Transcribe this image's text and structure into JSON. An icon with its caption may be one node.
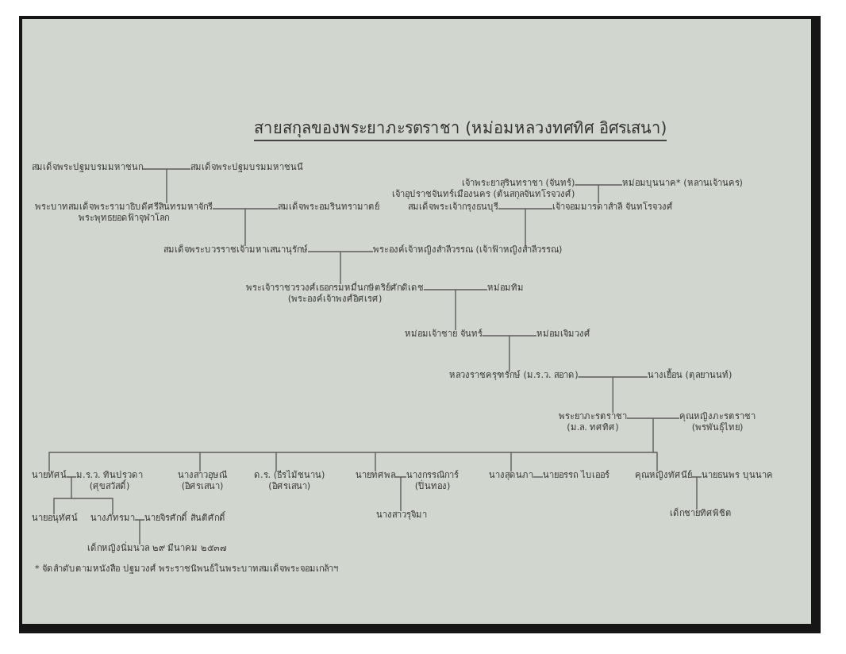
{
  "diagram": {
    "title": "สายสกุลของพระยาภะรตราชา (หม่อมหลวงทศทิศ อิศรเสนา)",
    "nodes": [
      {
        "text": [
          "สมเด็จพระปฐมบรมมหาชนก"
        ]
      },
      {
        "text": [
          "สมเด็จพระปฐมบรมมหาชนนี"
        ]
      },
      {
        "text": [
          "เจ้าพระยาสุรินทราชา (จันทร์) เจ้าอุปราชจันทร์เมืองนคร (ต้นสกุลจันทโรจวงศ์)"
        ]
      },
      {
        "text": [
          "หม่อมบุนนาค* (หลานเจ้านคร)"
        ]
      },
      {
        "text": [
          "พระบาทสมเด็จพระรามาธิบดีศรีสินทรมหาจักรี พระพุทธยอดฟ้าจุฬาโลก"
        ]
      },
      {
        "text": [
          "สมเด็จพระอมรินทรามาตย์"
        ]
      },
      {
        "text": [
          "สมเด็จพระเจ้ากรุงธนบุรี"
        ]
      },
      {
        "text": [
          "เจ้าจอมมารดาสำลี จันทโรจวงศ์"
        ]
      },
      {
        "text": [
          "สมเด็จพระบวรราชเจ้ามหาเสนานุรักษ์"
        ]
      },
      {
        "text": [
          "พระองค์เจ้าหญิงสำลีวรรณ (เจ้าฟ้าหญิงสำลีวรรณ)"
        ]
      },
      {
        "text": [
          "พระเจ้าราชวรวงศ์เธอกรมหมื่นกษัตริย์ศักดิเดช (พระองค์เจ้าพงศ์อิศเรศ)"
        ]
      },
      {
        "text": [
          "หม่อมทิม"
        ]
      },
      {
        "text": [
          "หม่อมเจ้าชาย จันทร์"
        ]
      },
      {
        "text": [
          "หม่อมเจิมวงศ์"
        ]
      },
      {
        "text": [
          "หลวงราชครุฑรักษ์ (ม.ร.ว. สอาด)"
        ]
      },
      {
        "text": [
          "นางเยื้อน (ตุลยานนท์)"
        ]
      },
      {
        "text": [
          "พระยาภะรตราชา (ม.ล. ทศทิศ)"
        ]
      },
      {
        "text": [
          "คุณหญิงภะรตราชา (พรพันธุ์ไทย)"
        ]
      },
      {
        "text": [
          "นายทัศน์"
        ]
      },
      {
        "text": [
          "ม.ร.ว. ทินปรวดา (ศุขสวัสดิ์)"
        ]
      },
      {
        "text": [
          "นางสาวอุษณี (อิศรเสนา)"
        ]
      },
      {
        "text": [
          "ด.ร. (ธีรไม้ชนาน) (อิศรเสนา)"
        ]
      },
      {
        "text": [
          "นายทศพล"
        ]
      },
      {
        "text": [
          "นางกรรณิการ์ (ปิ่นทอง)"
        ]
      },
      {
        "text": [
          "นางสุดนภา"
        ]
      },
      {
        "text": [
          "นายอรรถ ไบเออร์"
        ]
      },
      {
        "text": [
          "คุณหญิงทัศนีย์"
        ]
      },
      {
        "text": [
          "นายธนพร บุนนาค"
        ]
      },
      {
        "text": [
          "นายอนุทัศน์"
        ]
      },
      {
        "text": [
          "นางภัทรมา"
        ]
      },
      {
        "text": [
          "นายจิรศักดิ์ สันติศักดิ์"
        ]
      },
      {
        "text": [
          "นางสาวรุจิมา"
        ]
      },
      {
        "text": [
          "เด็กชายทิศพิชิต"
        ]
      },
      {
        "text": [
          "เด็กหญิงนิ่มนวล ๒๙ มีนาคม ๒๕๓๗"
        ]
      }
    ],
    "edges": [
      {
        "from": 0,
        "to": 1,
        "arrow": "none"
      },
      {
        "from": 2,
        "to": 3,
        "arrow": "none"
      },
      {
        "from": 0,
        "to": 4,
        "arrow": "none"
      },
      {
        "from": 1,
        "to": 4,
        "arrow": "none"
      },
      {
        "from": 4,
        "to": 5,
        "arrow": "none"
      },
      {
        "from": 6,
        "to": 7,
        "arrow": "none"
      },
      {
        "from": 2,
        "to": 7,
        "arrow": "none"
      },
      {
        "from": 3,
        "to": 7,
        "arrow": "none"
      },
      {
        "from": 4,
        "to": 8,
        "arrow": "none"
      },
      {
        "from": 5,
        "to": 8,
        "arrow": "none"
      },
      {
        "from": 8,
        "to": 9,
        "arrow": "none"
      },
      {
        "from": 6,
        "to": 9,
        "arrow": "none"
      },
      {
        "from": 7,
        "to": 9,
        "arrow": "none"
      },
      {
        "from": 8,
        "to": 10,
        "arrow": "none"
      },
      {
        "from": 9,
        "to": 10,
        "arrow": "none"
      },
      {
        "from": 10,
        "to": 11,
        "arrow": "none"
      },
      {
        "from": 10,
        "to": 12,
        "arrow": "none"
      },
      {
        "from": 11,
        "to": 12,
        "arrow": "none"
      },
      {
        "from": 12,
        "to": 13,
        "arrow": "none"
      },
      {
        "from": 12,
        "to": 14,
        "arrow": "none"
      },
      {
        "from": 13,
        "to": 14,
        "arrow": "none"
      },
      {
        "from": 14,
        "to": 15,
        "arrow": "none"
      },
      {
        "from": 14,
        "to": 16,
        "arrow": "none"
      },
      {
        "from": 15,
        "to": 16,
        "arrow": "none"
      },
      {
        "from": 16,
        "to": 17,
        "arrow": "none"
      },
      {
        "from": 16,
        "to": 18,
        "arrow": "none"
      },
      {
        "from": 17,
        "to": 18,
        "arrow": "none"
      },
      {
        "from": 16,
        "to": 20,
        "arrow": "none"
      },
      {
        "from": 17,
        "to": 20,
        "arrow": "none"
      },
      {
        "from": 16,
        "to": 21,
        "arrow": "none"
      },
      {
        "from": 17,
        "to": 21,
        "arrow": "none"
      },
      {
        "from": 16,
        "to": 22,
        "arrow": "none"
      },
      {
        "from": 17,
        "to": 22,
        "arrow": "none"
      },
      {
        "from": 16,
        "to": 24,
        "arrow": "none"
      },
      {
        "from": 17,
        "to": 24,
        "arrow": "none"
      },
      {
        "from": 16,
        "to": 26,
        "arrow": "none"
      },
      {
        "from": 17,
        "to": 26,
        "arrow": "none"
      },
      {
        "from": 18,
        "to": 19,
        "arrow": "none"
      },
      {
        "from": 22,
        "to": 23,
        "arrow": "none"
      },
      {
        "from": 24,
        "to": 25,
        "arrow": "none"
      },
      {
        "from": 26,
        "to": 27,
        "arrow": "none"
      },
      {
        "from": 18,
        "to": 28,
        "arrow": "none"
      },
      {
        "from": 19,
        "to": 28,
        "arrow": "none"
      },
      {
        "from": 18,
        "to": 29,
        "arrow": "none"
      },
      {
        "from": 19,
        "to": 29,
        "arrow": "none"
      },
      {
        "from": 29,
        "to": 30,
        "arrow": "none"
      },
      {
        "from": 22,
        "to": 31,
        "arrow": "none"
      },
      {
        "from": 23,
        "to": 31,
        "arrow": "none"
      },
      {
        "from": 26,
        "to": 32,
        "arrow": "none"
      },
      {
        "from": 27,
        "to": 32,
        "arrow": "none"
      },
      {
        "from": 29,
        "to": 33,
        "arrow": "none"
      },
      {
        "from": 30,
        "to": 33,
        "arrow": "none"
      }
    ],
    "labels": [
      "* จัดลำดับตามหนังสือ ปฐมวงศ์ พระราชนิพนธ์ในพระบาทสมเด็จพระจอมเกล้าฯ"
    ]
  }
}
